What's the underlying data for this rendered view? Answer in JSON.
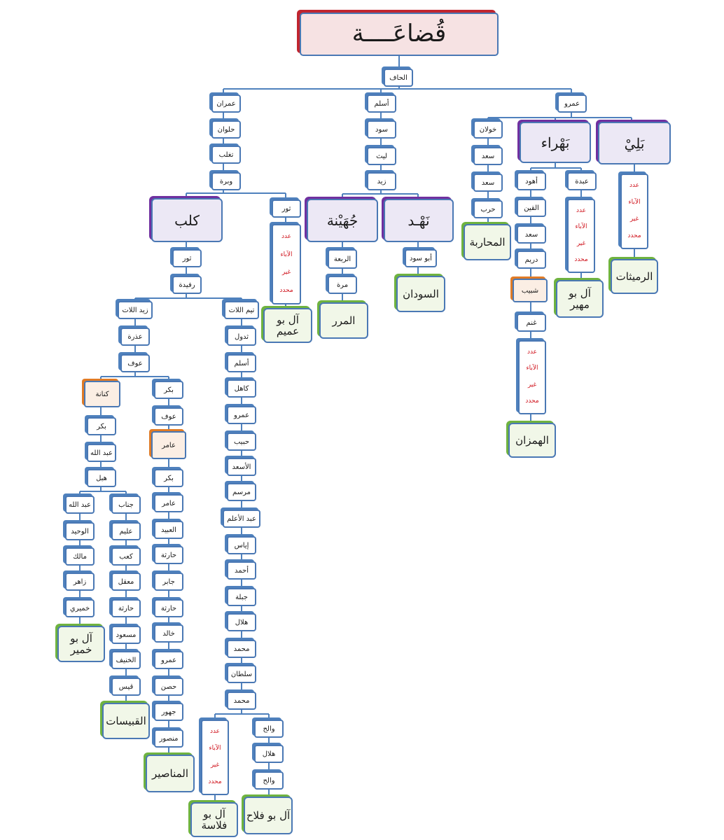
{
  "root": "قُضاعَــــة",
  "tree": {
    "l1": "الحاف",
    "amr": [
      "عمرو",
      "خولان",
      "سعد",
      "سعد",
      "حرب"
    ],
    "aslam": [
      "أسلم",
      "سود",
      "ليث",
      "زيد"
    ],
    "imran": [
      "عمران",
      "حلوان",
      "تغلب",
      "وبرة",
      "ثور"
    ],
    "bahra_left": [
      "أهود",
      "القين",
      "سعد",
      "دريم",
      "شبيب",
      "غنم"
    ],
    "bahra_right": "عبدة",
    "juhayna_sub": [
      "الربعة",
      "مرة"
    ],
    "nahd_sub": "أبو سود",
    "kalb_sub": [
      "ثور",
      "رفيدة"
    ],
    "zayd": [
      "زيد اللات",
      "عذرة",
      "عوف"
    ],
    "kinana": [
      "كنانة",
      "بكر",
      "عبد الله",
      "هبل"
    ],
    "bakr": [
      "بكر",
      "عوف",
      "عامر",
      "بكر",
      "عامر",
      "العبيد",
      "حارثة",
      "جابر",
      "حارثة",
      "خالد",
      "عمرو",
      "حصن",
      "جهور",
      "منصور"
    ],
    "janab": [
      "جناب",
      "عليم",
      "كعب",
      "معقل",
      "حارثة",
      "مسعود",
      "الخنيف",
      "قيس"
    ],
    "abdallah": [
      "عبد الله",
      "الوحيد",
      "مالك",
      "زاهر",
      "خميري"
    ],
    "taym": [
      "تيم اللات",
      "ثدول",
      "أسلم",
      "كاهل",
      "عمرو",
      "حبيب",
      "الأسعد",
      "مرسم",
      "عبد الأعلم",
      "إياس",
      "أحمد",
      "جبلة",
      "هلال",
      "محمد",
      "سلطان",
      "محمد"
    ],
    "wali": [
      "والح",
      "هلال",
      "والح"
    ]
  },
  "tribes": {
    "bali": "بَلِيْ",
    "bahra": "بَهْراء",
    "juhayna": "جُهَيْنة",
    "nahd": "نَهْـد",
    "kalb": "كلب"
  },
  "leaves": {
    "mahariba": "المحاربة",
    "rumaithat": "الرميثات",
    "abu_mahir": "آل بو مهير",
    "hamran": "الهمزان",
    "sudan": "السودان",
    "marar": "المرر",
    "abu_amim": "آل بو عميم",
    "abu_khamir": "آل بو خمير",
    "qubaisat": "القبيسات",
    "manasir": "المناصير",
    "abu_falasa": "آل بو فلاسة",
    "abu_falah": "آل بو فلاح"
  },
  "gap_note": [
    "عدد",
    "الآباء",
    "غير",
    "محدد"
  ],
  "colors": {
    "node_border": "#4a78b4",
    "connector": "#4f81bd",
    "root_fill": "#f6e2e3",
    "root_shadow": "#c0252f",
    "tribe_fill": "#ece8f5",
    "tribe_shadow": "#7030a0",
    "leaf_fill": "#f1f7e8",
    "leaf_shadow": "#6fb33f",
    "highlight_fill": "#fbeee4",
    "highlight_shadow": "#e07b26",
    "gap_text": "#d0161f"
  }
}
